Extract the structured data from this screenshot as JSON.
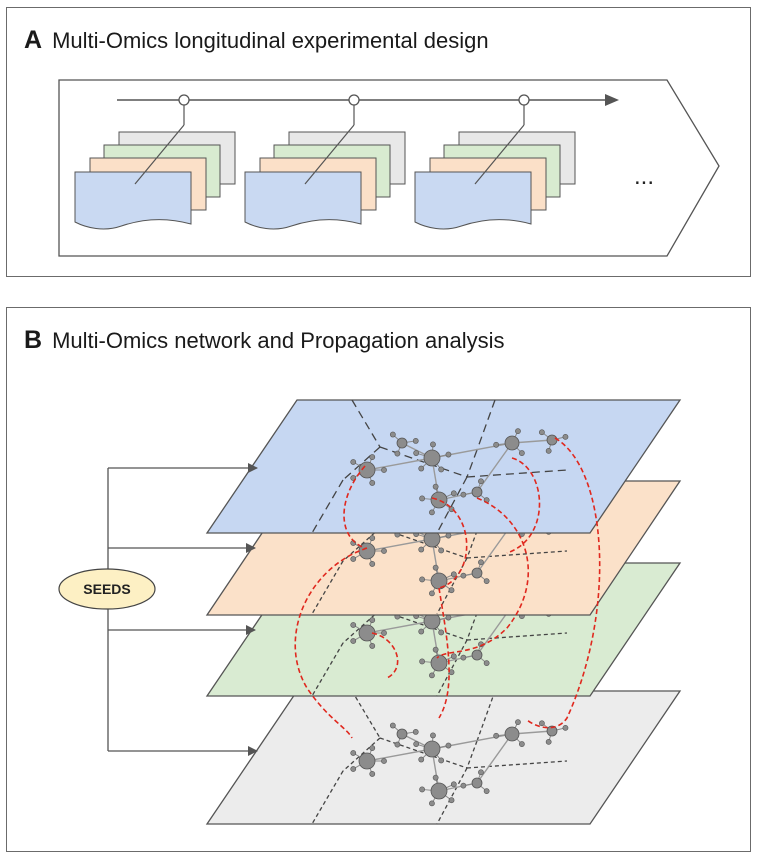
{
  "panel_a": {
    "letter": "A",
    "title": "Multi-Omics longitudinal experimental design",
    "ellipsis": "...",
    "timepoint_count": 3,
    "layer_colors": [
      "#e8e8e8",
      "#d8ebd0",
      "#fbe0c8",
      "#c9d9f2"
    ]
  },
  "panel_b": {
    "letter": "B",
    "title": "Multi-Omics network and Propagation analysis",
    "seeds_label": "SEEDS",
    "layer_colors": [
      "#c6d7f2",
      "#fbe1c9",
      "#d9ebd2",
      "#ececec"
    ],
    "seeds_color": "#fdf0c4",
    "propagation_color": "#e0281e",
    "node_color": "#8c8c8c"
  }
}
